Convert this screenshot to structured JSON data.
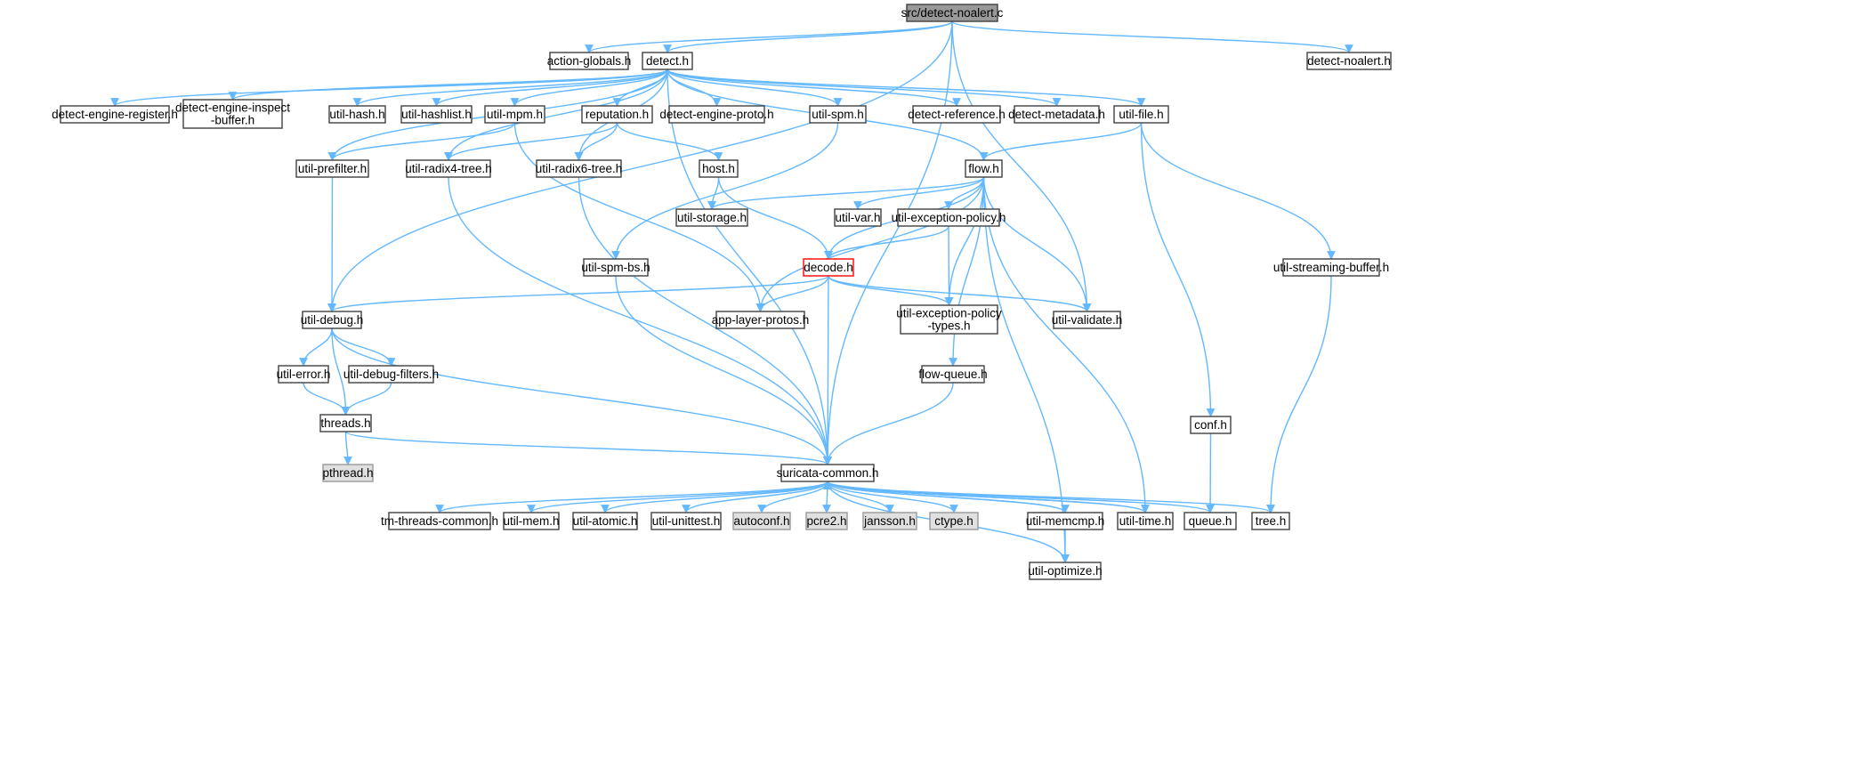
{
  "colors": {
    "edge": "#63b8ff",
    "root_fill": "#999999",
    "normal_fill": "#ffffff",
    "normal_stroke": "#404040",
    "system_fill": "#e0e0e0",
    "system_stroke": "#999999",
    "highlight_stroke": "#ff0000"
  },
  "graph": {
    "nodes": [
      {
        "id": "root",
        "lines": [
          "src/detect-noalert.c"
        ],
        "kind": "root"
      },
      {
        "id": "action-globals",
        "lines": [
          "action-globals.h"
        ],
        "kind": "normal"
      },
      {
        "id": "detect",
        "lines": [
          "detect.h"
        ],
        "kind": "normal"
      },
      {
        "id": "detect-noalert",
        "lines": [
          "detect-noalert.h"
        ],
        "kind": "normal"
      },
      {
        "id": "detect-engine-register",
        "lines": [
          "detect-engine-register.h"
        ],
        "kind": "normal"
      },
      {
        "id": "detect-engine-inspect-buffer",
        "lines": [
          "detect-engine-inspect",
          "-buffer.h"
        ],
        "kind": "normal"
      },
      {
        "id": "util-hash",
        "lines": [
          "util-hash.h"
        ],
        "kind": "normal"
      },
      {
        "id": "util-hashlist",
        "lines": [
          "util-hashlist.h"
        ],
        "kind": "normal"
      },
      {
        "id": "util-mpm",
        "lines": [
          "util-mpm.h"
        ],
        "kind": "normal"
      },
      {
        "id": "reputation",
        "lines": [
          "reputation.h"
        ],
        "kind": "normal"
      },
      {
        "id": "detect-engine-proto",
        "lines": [
          "detect-engine-proto.h"
        ],
        "kind": "normal"
      },
      {
        "id": "util-spm",
        "lines": [
          "util-spm.h"
        ],
        "kind": "normal"
      },
      {
        "id": "detect-reference",
        "lines": [
          "detect-reference.h"
        ],
        "kind": "normal"
      },
      {
        "id": "detect-metadata",
        "lines": [
          "detect-metadata.h"
        ],
        "kind": "normal"
      },
      {
        "id": "util-file",
        "lines": [
          "util-file.h"
        ],
        "kind": "normal"
      },
      {
        "id": "util-prefilter",
        "lines": [
          "util-prefilter.h"
        ],
        "kind": "normal"
      },
      {
        "id": "util-radix4-tree",
        "lines": [
          "util-radix4-tree.h"
        ],
        "kind": "normal"
      },
      {
        "id": "util-radix6-tree",
        "lines": [
          "util-radix6-tree.h"
        ],
        "kind": "normal"
      },
      {
        "id": "host",
        "lines": [
          "host.h"
        ],
        "kind": "normal"
      },
      {
        "id": "flow",
        "lines": [
          "flow.h"
        ],
        "kind": "normal"
      },
      {
        "id": "util-storage",
        "lines": [
          "util-storage.h"
        ],
        "kind": "normal"
      },
      {
        "id": "util-var",
        "lines": [
          "util-var.h"
        ],
        "kind": "normal"
      },
      {
        "id": "util-exception-policy",
        "lines": [
          "util-exception-policy.h"
        ],
        "kind": "normal"
      },
      {
        "id": "util-spm-bs",
        "lines": [
          "util-spm-bs.h"
        ],
        "kind": "normal"
      },
      {
        "id": "decode",
        "lines": [
          "decode.h"
        ],
        "kind": "highlight"
      },
      {
        "id": "util-streaming-buffer",
        "lines": [
          "util-streaming-buffer.h"
        ],
        "kind": "normal"
      },
      {
        "id": "util-debug",
        "lines": [
          "util-debug.h"
        ],
        "kind": "normal"
      },
      {
        "id": "app-layer-protos",
        "lines": [
          "app-layer-protos.h"
        ],
        "kind": "normal"
      },
      {
        "id": "util-exception-policy-types",
        "lines": [
          "util-exception-policy",
          "-types.h"
        ],
        "kind": "normal"
      },
      {
        "id": "util-validate",
        "lines": [
          "util-validate.h"
        ],
        "kind": "normal"
      },
      {
        "id": "util-error",
        "lines": [
          "util-error.h"
        ],
        "kind": "normal"
      },
      {
        "id": "util-debug-filters",
        "lines": [
          "util-debug-filters.h"
        ],
        "kind": "normal"
      },
      {
        "id": "flow-queue",
        "lines": [
          "flow-queue.h"
        ],
        "kind": "normal"
      },
      {
        "id": "threads",
        "lines": [
          "threads.h"
        ],
        "kind": "normal"
      },
      {
        "id": "conf",
        "lines": [
          "conf.h"
        ],
        "kind": "normal"
      },
      {
        "id": "pthread",
        "lines": [
          "pthread.h"
        ],
        "kind": "system"
      },
      {
        "id": "suricata-common",
        "lines": [
          "suricata-common.h"
        ],
        "kind": "normal"
      },
      {
        "id": "tm-threads-common",
        "lines": [
          "tm-threads-common.h"
        ],
        "kind": "normal"
      },
      {
        "id": "util-mem",
        "lines": [
          "util-mem.h"
        ],
        "kind": "normal"
      },
      {
        "id": "util-atomic",
        "lines": [
          "util-atomic.h"
        ],
        "kind": "normal"
      },
      {
        "id": "util-unittest",
        "lines": [
          "util-unittest.h"
        ],
        "kind": "normal"
      },
      {
        "id": "autoconf",
        "lines": [
          "autoconf.h"
        ],
        "kind": "system"
      },
      {
        "id": "pcre2",
        "lines": [
          "pcre2.h"
        ],
        "kind": "system"
      },
      {
        "id": "jansson",
        "lines": [
          "jansson.h"
        ],
        "kind": "system"
      },
      {
        "id": "ctype",
        "lines": [
          "ctype.h"
        ],
        "kind": "system"
      },
      {
        "id": "util-memcmp",
        "lines": [
          "util-memcmp.h"
        ],
        "kind": "normal"
      },
      {
        "id": "util-time",
        "lines": [
          "util-time.h"
        ],
        "kind": "normal"
      },
      {
        "id": "queue",
        "lines": [
          "queue.h"
        ],
        "kind": "normal"
      },
      {
        "id": "tree",
        "lines": [
          "tree.h"
        ],
        "kind": "normal"
      },
      {
        "id": "util-optimize",
        "lines": [
          "util-optimize.h"
        ],
        "kind": "normal"
      }
    ],
    "edges": [
      [
        "root",
        "action-globals"
      ],
      [
        "root",
        "detect"
      ],
      [
        "root",
        "detect-noalert"
      ],
      [
        "root",
        "util-debug"
      ],
      [
        "root",
        "util-validate"
      ],
      [
        "root",
        "suricata-common"
      ],
      [
        "detect",
        "detect-engine-register"
      ],
      [
        "detect",
        "detect-engine-inspect-buffer"
      ],
      [
        "detect",
        "util-hash"
      ],
      [
        "detect",
        "util-hashlist"
      ],
      [
        "detect",
        "util-mpm"
      ],
      [
        "detect",
        "reputation"
      ],
      [
        "detect",
        "detect-engine-proto"
      ],
      [
        "detect",
        "util-spm"
      ],
      [
        "detect",
        "detect-reference"
      ],
      [
        "detect",
        "detect-metadata"
      ],
      [
        "detect",
        "util-file"
      ],
      [
        "detect",
        "util-prefilter"
      ],
      [
        "detect",
        "util-radix4-tree"
      ],
      [
        "detect",
        "util-radix6-tree"
      ],
      [
        "detect",
        "flow"
      ],
      [
        "detect",
        "suricata-common"
      ],
      [
        "util-mpm",
        "util-prefilter"
      ],
      [
        "util-mpm",
        "app-layer-protos"
      ],
      [
        "reputation",
        "util-radix4-tree"
      ],
      [
        "reputation",
        "util-radix6-tree"
      ],
      [
        "reputation",
        "host"
      ],
      [
        "util-spm",
        "util-spm-bs"
      ],
      [
        "util-file",
        "flow"
      ],
      [
        "util-file",
        "conf"
      ],
      [
        "util-file",
        "util-streaming-buffer"
      ],
      [
        "util-prefilter",
        "util-debug"
      ],
      [
        "util-radix4-tree",
        "suricata-common"
      ],
      [
        "util-radix6-tree",
        "suricata-common"
      ],
      [
        "host",
        "util-storage"
      ],
      [
        "host",
        "decode"
      ],
      [
        "flow",
        "util-storage"
      ],
      [
        "flow",
        "util-var"
      ],
      [
        "flow",
        "util-exception-policy"
      ],
      [
        "flow",
        "decode"
      ],
      [
        "flow",
        "app-layer-protos"
      ],
      [
        "flow",
        "util-exception-policy-types"
      ],
      [
        "flow",
        "util-validate"
      ],
      [
        "flow",
        "flow-queue"
      ],
      [
        "flow",
        "util-time"
      ],
      [
        "flow",
        "util-optimize"
      ],
      [
        "util-exception-policy",
        "decode"
      ],
      [
        "util-exception-policy",
        "util-exception-policy-types"
      ],
      [
        "util-spm-bs",
        "suricata-common"
      ],
      [
        "decode",
        "util-debug"
      ],
      [
        "decode",
        "app-layer-protos"
      ],
      [
        "decode",
        "util-exception-policy-types"
      ],
      [
        "decode",
        "util-validate"
      ],
      [
        "decode",
        "suricata-common"
      ],
      [
        "util-streaming-buffer",
        "tree"
      ],
      [
        "util-debug",
        "util-error"
      ],
      [
        "util-debug",
        "util-debug-filters"
      ],
      [
        "util-debug",
        "threads"
      ],
      [
        "util-debug",
        "suricata-common"
      ],
      [
        "util-error",
        "threads"
      ],
      [
        "util-debug-filters",
        "threads"
      ],
      [
        "threads",
        "pthread"
      ],
      [
        "threads",
        "suricata-common"
      ],
      [
        "flow-queue",
        "suricata-common"
      ],
      [
        "conf",
        "queue"
      ],
      [
        "suricata-common",
        "tm-threads-common"
      ],
      [
        "suricata-common",
        "util-mem"
      ],
      [
        "suricata-common",
        "util-atomic"
      ],
      [
        "suricata-common",
        "util-unittest"
      ],
      [
        "suricata-common",
        "autoconf"
      ],
      [
        "suricata-common",
        "pcre2"
      ],
      [
        "suricata-common",
        "jansson"
      ],
      [
        "suricata-common",
        "ctype"
      ],
      [
        "suricata-common",
        "util-memcmp"
      ],
      [
        "suricata-common",
        "util-time"
      ],
      [
        "suricata-common",
        "queue"
      ],
      [
        "suricata-common",
        "tree"
      ],
      [
        "suricata-common",
        "util-optimize"
      ],
      [
        "util-memcmp",
        "suricata-common"
      ],
      [
        "util-memcmp",
        "util-optimize"
      ],
      [
        "util-time",
        "suricata-common"
      ]
    ]
  }
}
